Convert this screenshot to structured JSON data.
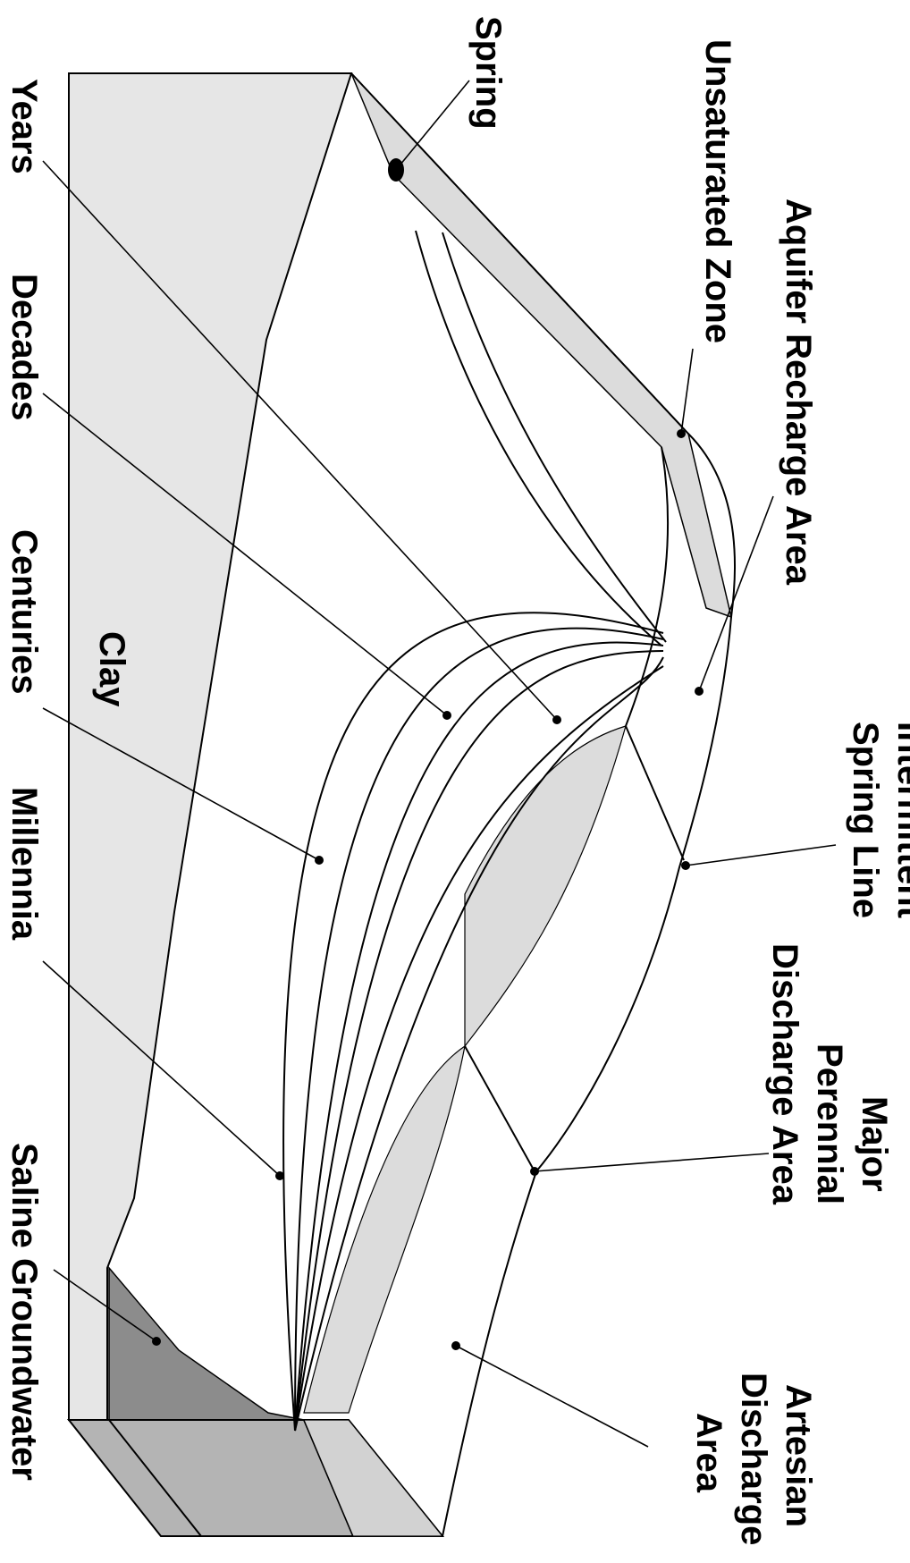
{
  "labels": {
    "spring": "Spring",
    "unsaturated_zone": "Unsaturated Zone",
    "aquifer_recharge_area": "Aquifer Recharge Area",
    "intermittent_spring_line_1": "Intermittent",
    "intermittent_spring_line_2": "Spring Line",
    "major_perennial_1": "Major",
    "major_perennial_2": "Perennial",
    "major_perennial_3": "Discharge Area",
    "artesian_1": "Artesian",
    "artesian_2": "Discharge",
    "artesian_3": "Area",
    "years": "Years",
    "decades": "Decades",
    "centuries": "Centuries",
    "millennia": "Millennia",
    "clay": "Clay",
    "saline_groundwater": "Saline Groundwater"
  },
  "colors": {
    "clay_fill": "#e6e6e6",
    "saline_fill": "#8c8c8c",
    "light_band": "#dcdcdc",
    "block_side": "#b4b4b4",
    "line": "#000000"
  }
}
